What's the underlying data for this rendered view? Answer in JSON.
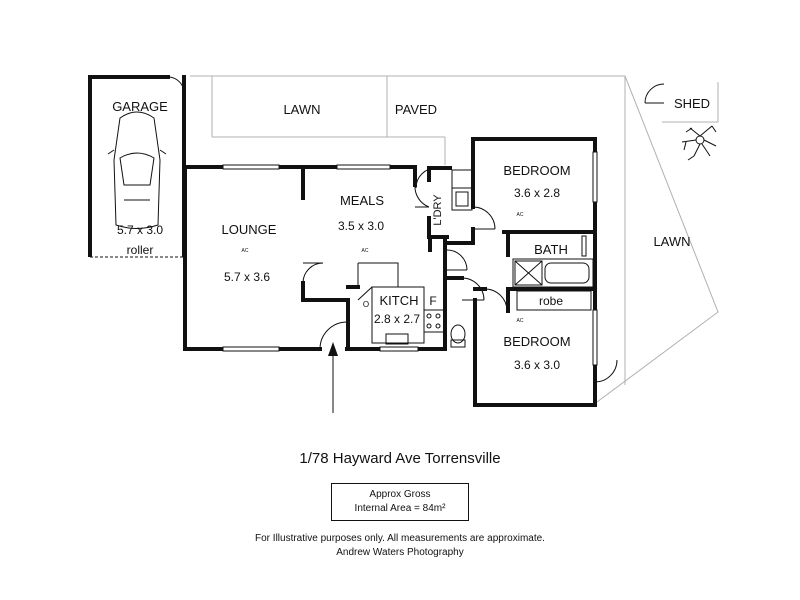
{
  "rooms": {
    "garage": {
      "name": "GARAGE",
      "size": "5.7 x 3.0",
      "note": "roller"
    },
    "lounge": {
      "name": "LOUNGE",
      "size": "5.7 x 3.6",
      "ac": "AC"
    },
    "meals": {
      "name": "MEALS",
      "size": "3.5 x 3.0",
      "ac": "AC"
    },
    "laundry": {
      "name": "L'DRY"
    },
    "kitchen": {
      "name": "KITCH",
      "size": "2.8 x 2.7",
      "fridge": "F",
      "oven": "O"
    },
    "bedroom1": {
      "name": "BEDROOM",
      "size": "3.6 x 2.8",
      "ac": "AC"
    },
    "bath": {
      "name": "BATH"
    },
    "robe": {
      "name": "robe"
    },
    "bedroom2": {
      "name": "BEDROOM",
      "size": "3.6 x 3.0",
      "ac": "AC"
    }
  },
  "outdoor": {
    "lawn_top": "LAWN",
    "paved": "PAVED",
    "shed": "SHED",
    "lawn_side": "LAWN"
  },
  "address": "1/78 Hayward Ave Torrensville",
  "area": {
    "line1": "Approx Gross",
    "line2": "Internal Area = 84m²"
  },
  "disclaimer": {
    "line1": "For Illustrative purposes only.  All measurements are approximate.",
    "line2": "Andrew Waters Photography"
  }
}
